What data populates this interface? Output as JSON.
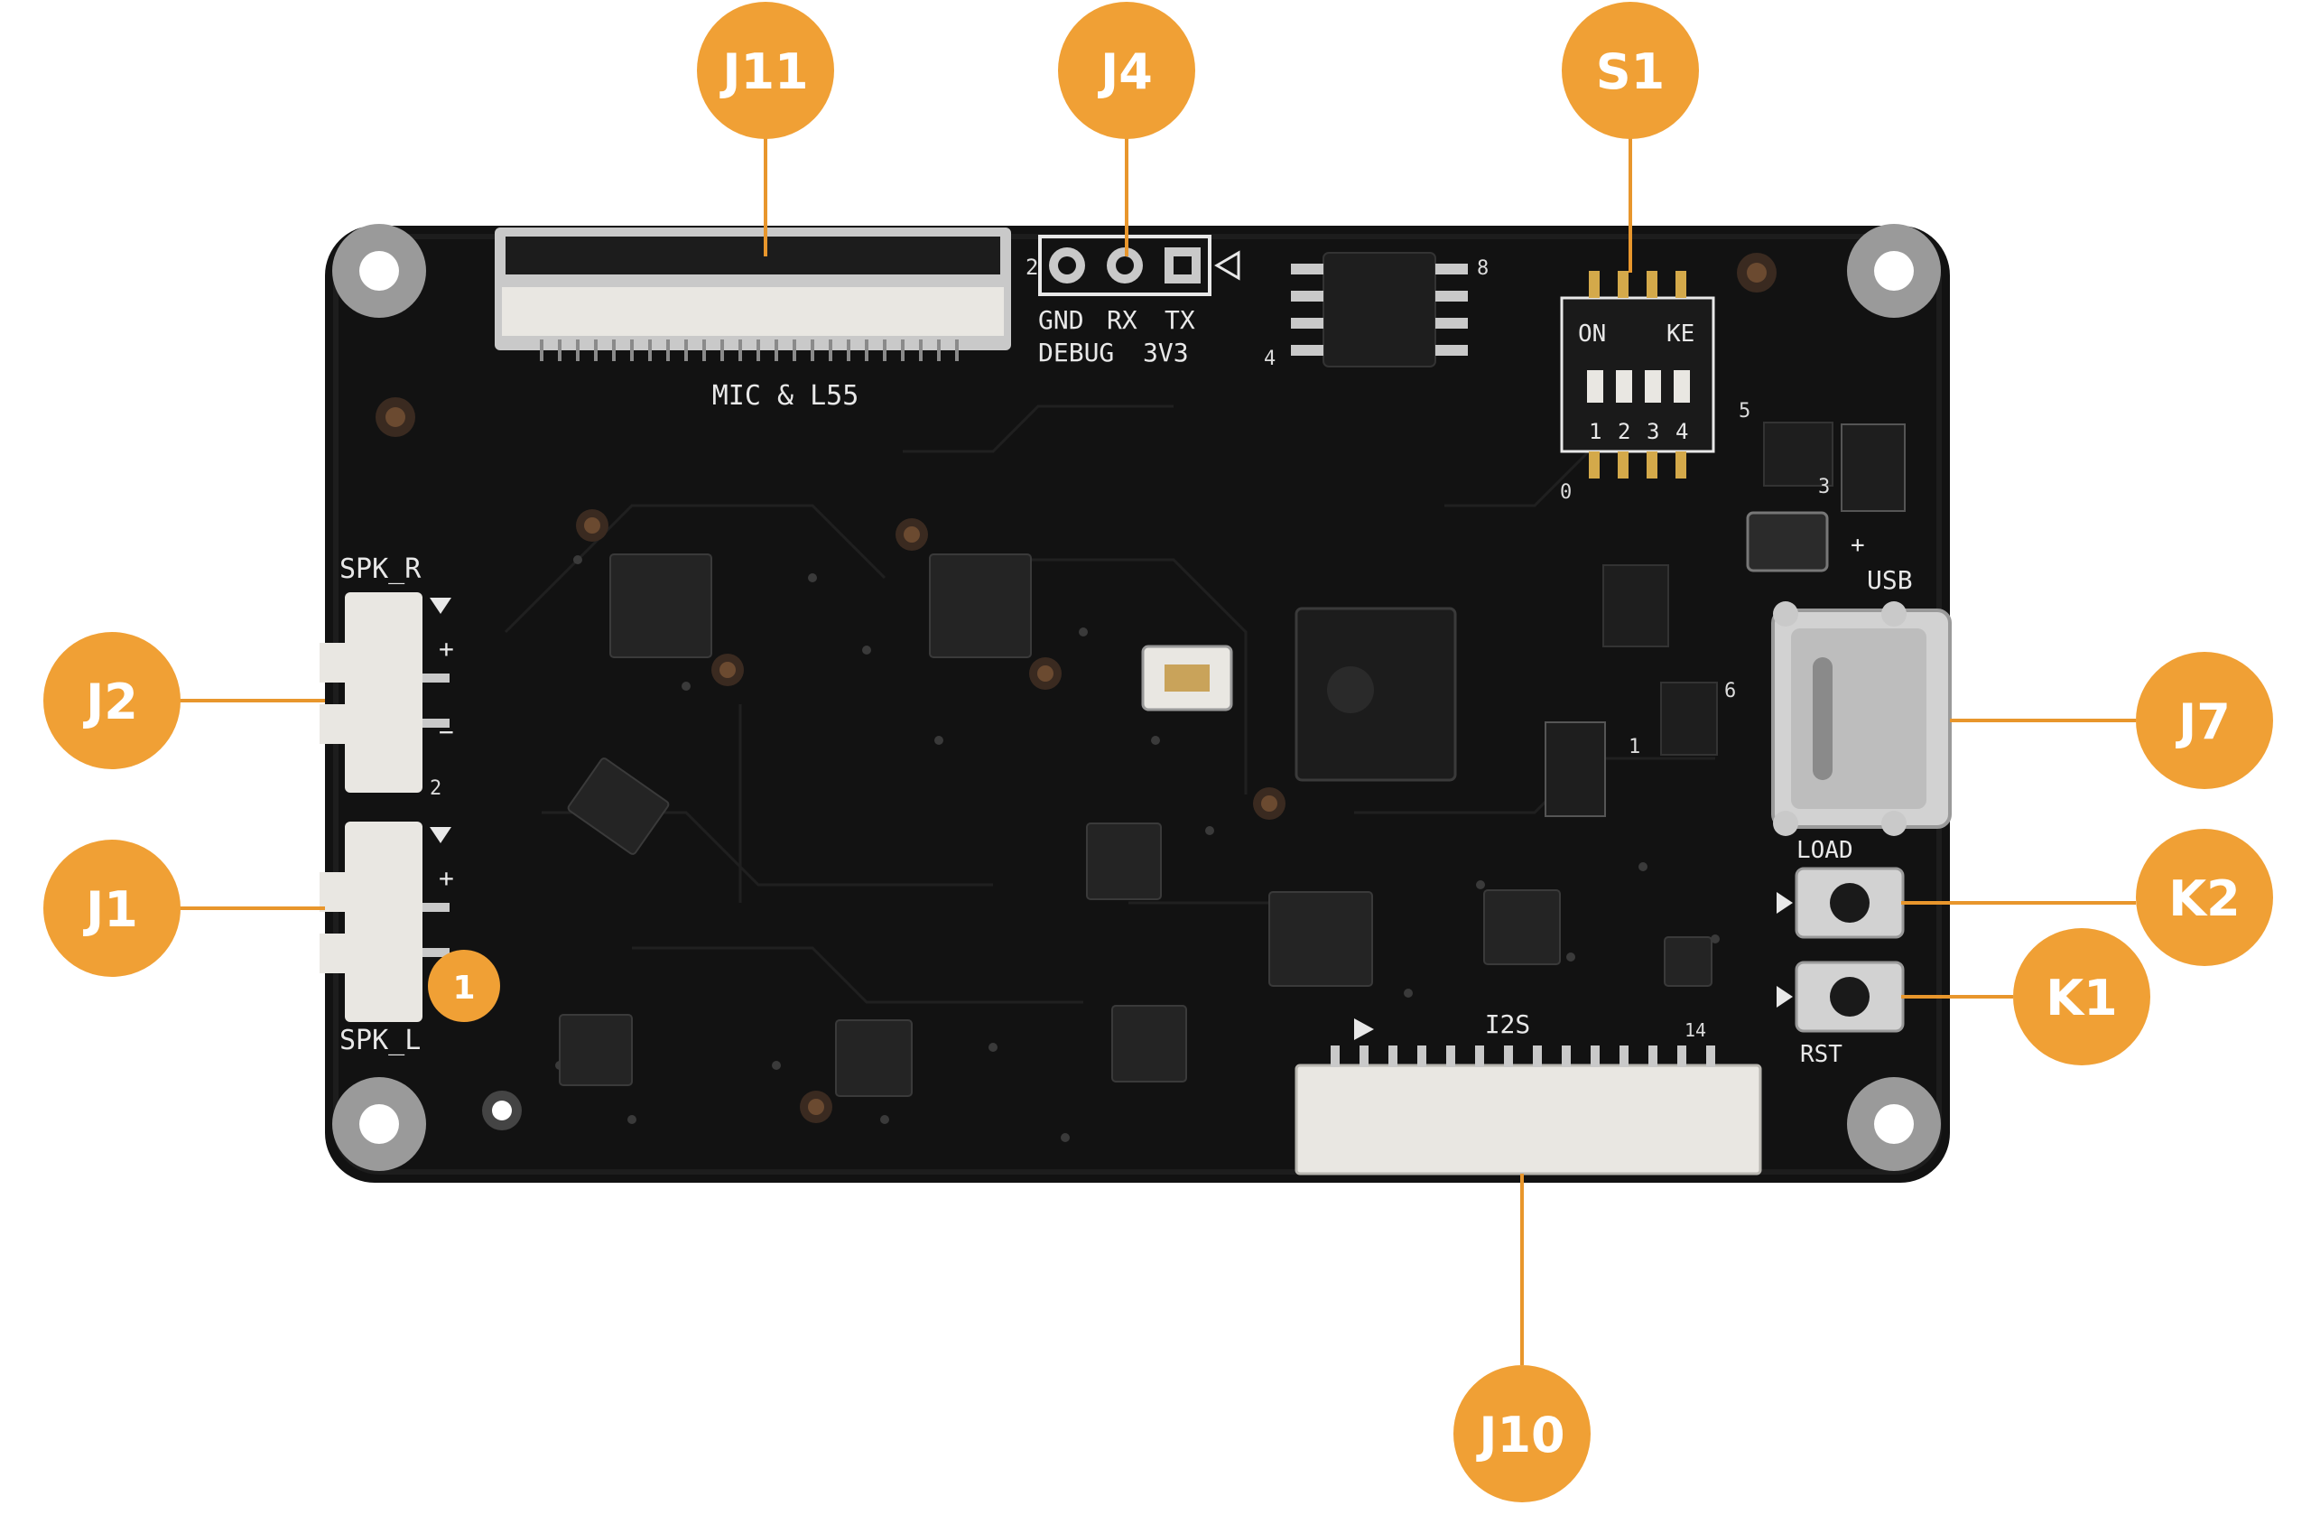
{
  "colors": {
    "callout": "#F0A035",
    "callout_line": "#E8962C",
    "board": "#121212",
    "silkscreen": "#E8E8E8",
    "connector_white": "#E9E7E2",
    "metal": "#C9C9C9"
  },
  "callouts": {
    "j11": "J11",
    "j4": "J4",
    "s1": "S1",
    "j2": "J2",
    "j1": "J1",
    "j7": "J7",
    "k2": "K2",
    "k1": "K1",
    "j10": "J10",
    "pin1": "1"
  },
  "silkscreen": {
    "mic_l55": "MIC & L55",
    "gnd": "GND",
    "rx": "RX",
    "tx": "TX",
    "debug": "DEBUG",
    "v3v3": "3V3",
    "j4_pin2": "2",
    "spk_r": "SPK_R",
    "spk_l": "SPK_L",
    "plus": "+",
    "minus": "−",
    "two": "2",
    "usb": "USB",
    "load": "LOAD",
    "rst": "RST",
    "i2s": "I2S",
    "pin14": "14",
    "on": "ON",
    "ke": "KE",
    "dip1": "1",
    "dip2": "2",
    "dip3": "3",
    "dip4": "4",
    "zero": "0",
    "n8": "8",
    "n4": "4",
    "n5": "5",
    "n3": "3",
    "n6": "6",
    "n1": "1"
  }
}
